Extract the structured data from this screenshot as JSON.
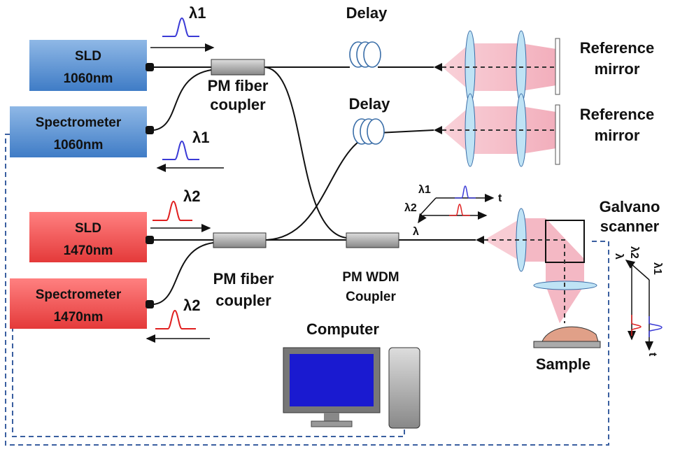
{
  "sources": [
    {
      "line1": "SLD",
      "line2": "1060nm",
      "color": "#4a86cc"
    },
    {
      "line1": "Spectrometer",
      "line2": "1060nm",
      "color": "#4a86cc"
    },
    {
      "line1": "SLD",
      "line2": "1470nm",
      "color": "#e84848"
    },
    {
      "line1": "Spectrometer",
      "line2": "1470nm",
      "color": "#e84848"
    }
  ],
  "pulses": {
    "l1": "λ1",
    "l2": "λ2"
  },
  "couplers": {
    "pm1": [
      "PM fiber",
      "coupler"
    ],
    "pm2": [
      "PM fiber",
      "coupler"
    ],
    "wdm": [
      "PM WDM",
      "Coupler"
    ]
  },
  "delay": [
    "Delay",
    "Delay"
  ],
  "reference": [
    [
      "Reference",
      "mirror"
    ],
    [
      "Reference",
      "mirror"
    ]
  ],
  "galvano": [
    "Galvano",
    "scanner"
  ],
  "sample": "Sample",
  "computer": "Computer",
  "axes": {
    "t": "t",
    "lambda": "λ",
    "l1": "λ1",
    "l2": "λ2"
  },
  "colors": {
    "blue": "#3b3bd6",
    "red": "#e02020",
    "beam": "#f2a6b4",
    "lens": "#bfe3f5",
    "dashed": "#3a5fa0"
  }
}
